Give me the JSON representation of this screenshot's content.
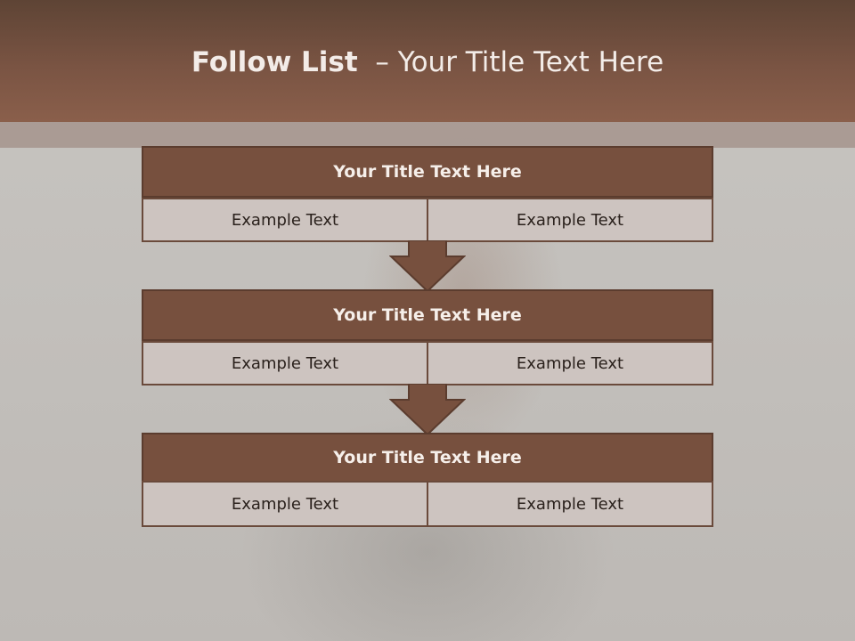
{
  "slide": {
    "title_bold": "Follow List",
    "title_rest": "  – Your Title Text Here"
  },
  "steps": [
    {
      "title": "Your Title Text Here",
      "left": "Example Text",
      "right": "Example Text"
    },
    {
      "title": "Your Title Text Here",
      "left": "Example Text",
      "right": "Example Text"
    },
    {
      "title": "Your Title Text Here",
      "left": "Example Text",
      "right": "Example Text"
    }
  ],
  "colors": {
    "header": "#7a5443",
    "card_title": "#77503e",
    "cell": "#cdc4c0",
    "arrow": "#77503e"
  }
}
